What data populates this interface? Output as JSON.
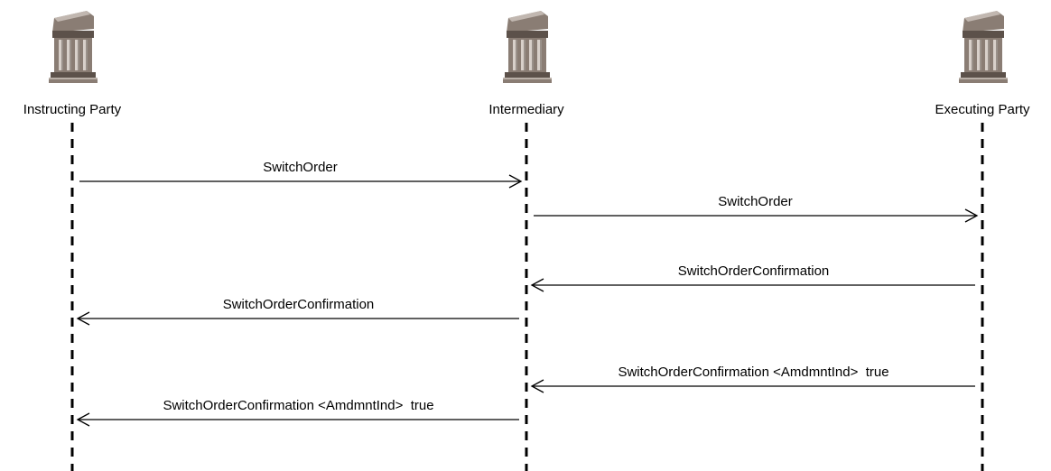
{
  "participants": [
    {
      "id": "instructing",
      "label": "Instructing Party",
      "icon": "bank-building-icon"
    },
    {
      "id": "intermediary",
      "label": "Intermediary",
      "icon": "bank-building-icon"
    },
    {
      "id": "executing",
      "label": "Executing Party",
      "icon": "bank-building-icon"
    }
  ],
  "messages": [
    {
      "from": "instructing",
      "to": "intermediary",
      "label": "SwitchOrder"
    },
    {
      "from": "intermediary",
      "to": "executing",
      "label": "SwitchOrder"
    },
    {
      "from": "executing",
      "to": "intermediary",
      "label": "SwitchOrderConfirmation"
    },
    {
      "from": "intermediary",
      "to": "instructing",
      "label": "SwitchOrderConfirmation"
    },
    {
      "from": "executing",
      "to": "intermediary",
      "label": "SwitchOrderConfirmation <AmdmntInd>  true"
    },
    {
      "from": "intermediary",
      "to": "instructing",
      "label": "SwitchOrderConfirmation <AmdmntInd>  true"
    }
  ],
  "colors": {
    "building": "#8a7d74",
    "building_dark": "#5c514a",
    "building_light": "#d8d0ca",
    "line": "#000000"
  }
}
